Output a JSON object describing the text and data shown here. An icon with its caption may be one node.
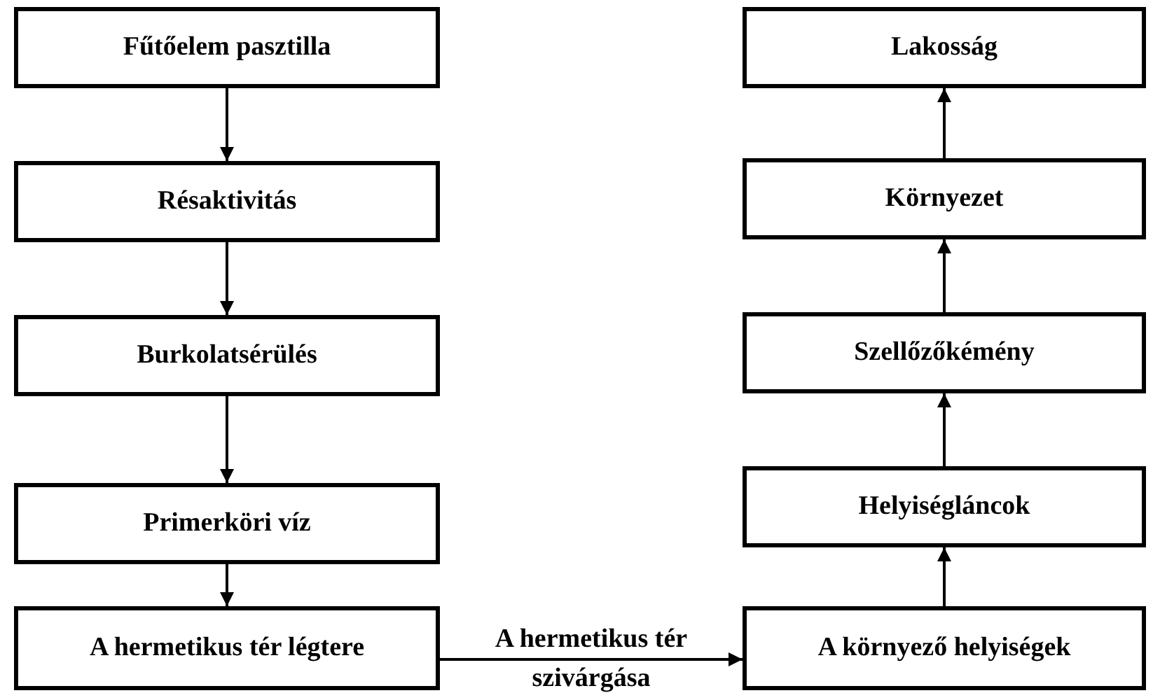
{
  "diagram": {
    "nodes": [
      {
        "text": [
          "Fűtőelem pasztilla"
        ]
      },
      {
        "text": [
          "Résaktivitás"
        ]
      },
      {
        "text": [
          "Burkolatsérülés"
        ]
      },
      {
        "text": [
          "Primerköri víz"
        ]
      },
      {
        "text": [
          "A hermetikus tér légtere"
        ]
      },
      {
        "text": [
          "Lakosság"
        ]
      },
      {
        "text": [
          "Környezet"
        ]
      },
      {
        "text": [
          "Szellőzőkémény"
        ]
      },
      {
        "text": [
          "Helyiségláncok"
        ]
      },
      {
        "text": [
          "A környező helyiségek"
        ]
      }
    ],
    "edges": [
      {
        "from": 0,
        "to": 1,
        "arrow": "to"
      },
      {
        "from": 1,
        "to": 2,
        "arrow": "to"
      },
      {
        "from": 2,
        "to": 3,
        "arrow": "to"
      },
      {
        "from": 3,
        "to": 4,
        "arrow": "to"
      },
      {
        "from": 4,
        "to": 9,
        "arrow": "to",
        "label": "A hermetikus tér szivárgása"
      },
      {
        "from": 9,
        "to": 8,
        "arrow": "to"
      },
      {
        "from": 8,
        "to": 7,
        "arrow": "to"
      },
      {
        "from": 7,
        "to": 6,
        "arrow": "to"
      },
      {
        "from": 6,
        "to": 5,
        "arrow": "to"
      }
    ]
  }
}
